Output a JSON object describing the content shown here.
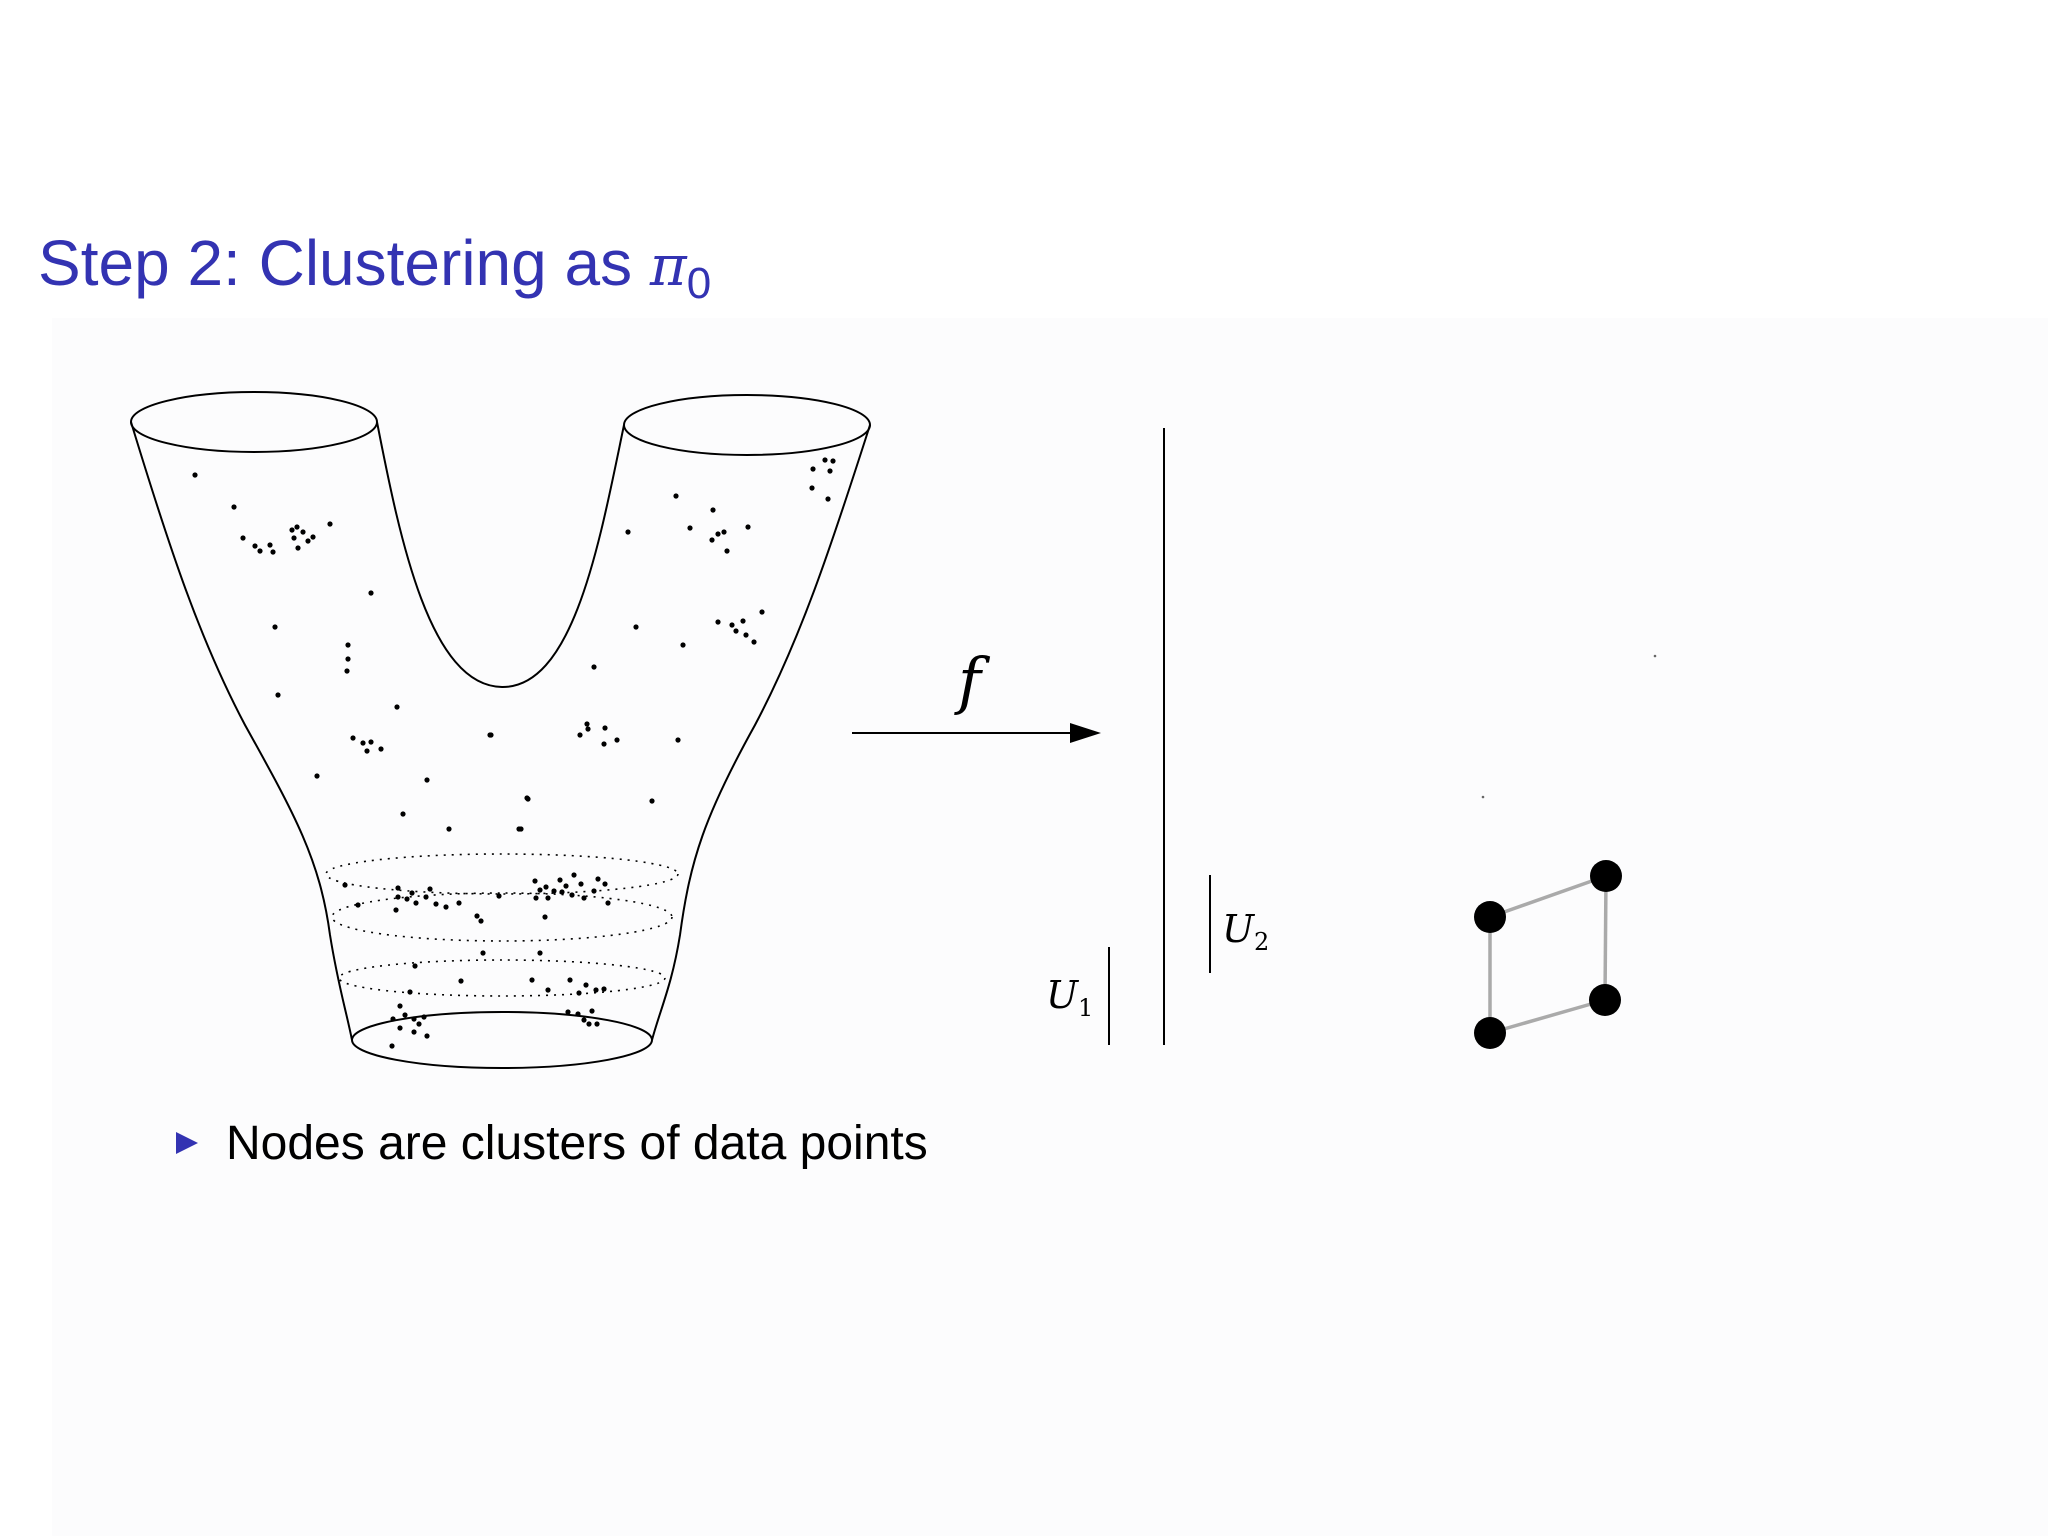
{
  "slide": {
    "title_text": "Step 2: Clustering as ",
    "title_symbol": "π",
    "title_subscript": "0"
  },
  "diagram": {
    "map_label": "f",
    "interval_1": {
      "symbol": "U",
      "subscript": "1"
    },
    "interval_2": {
      "symbol": "U",
      "subscript": "2"
    },
    "graph": {
      "node_count": 4,
      "edges": [
        [
          0,
          1
        ],
        [
          0,
          3
        ],
        [
          1,
          2
        ],
        [
          2,
          3
        ]
      ],
      "node_color": "#000000",
      "edge_color": "#aaaaaa"
    }
  },
  "bullets": [
    {
      "text": "Nodes are clusters of data points"
    }
  ],
  "colors": {
    "title": "#3333b2",
    "bullet_marker": "#3333b2",
    "text": "#000000"
  }
}
